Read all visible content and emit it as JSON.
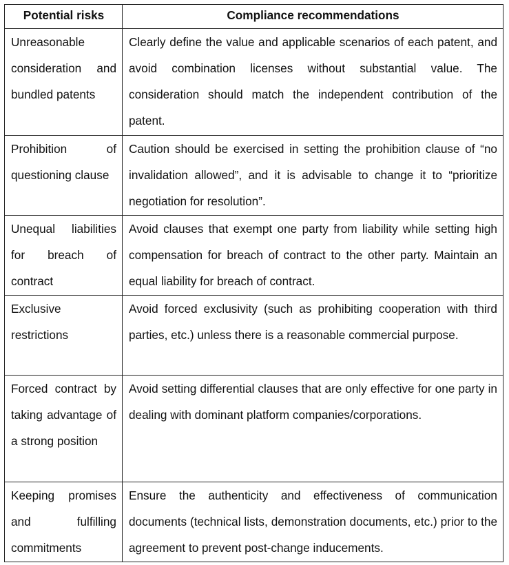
{
  "table": {
    "headers": [
      "Potential risks",
      "Compliance recommendations"
    ],
    "rows": [
      {
        "risk": "Unreasonable consideration and bundled patents",
        "recommendation": "Clearly define the value and applicable scenarios of each patent, and avoid combination licenses without substantial value. The consideration should match the independent contribution of the patent."
      },
      {
        "risk": "Prohibition of questioning clause",
        "recommendation": "Caution should be exercised in setting the prohibition clause of “no invalidation allowed”, and it is advisable to change it to “prioritize negotiation for resolution”."
      },
      {
        "risk": "Unequal liabilities for breach of contract",
        "recommendation": "Avoid clauses that exempt one party from liability while setting high compensation for breach of contract to the other party. Maintain an equal liability for breach of contract."
      },
      {
        "risk": "Exclusive restrictions",
        "recommendation": "Avoid forced exclusivity (such as prohibiting cooperation with third parties, etc.) unless there is a reasonable commercial purpose."
      },
      {
        "risk": "Forced contract by taking advantage of a strong position",
        "recommendation": "Avoid setting differential clauses that are only effective for one party in dealing with dominant platform companies/corporations."
      },
      {
        "risk": "Keeping promises and fulfilling commitments",
        "recommendation": "Ensure the authenticity and effectiveness of communication documents (technical lists, demonstration documents, etc.) prior to the agreement to prevent post-change inducements."
      }
    ]
  }
}
